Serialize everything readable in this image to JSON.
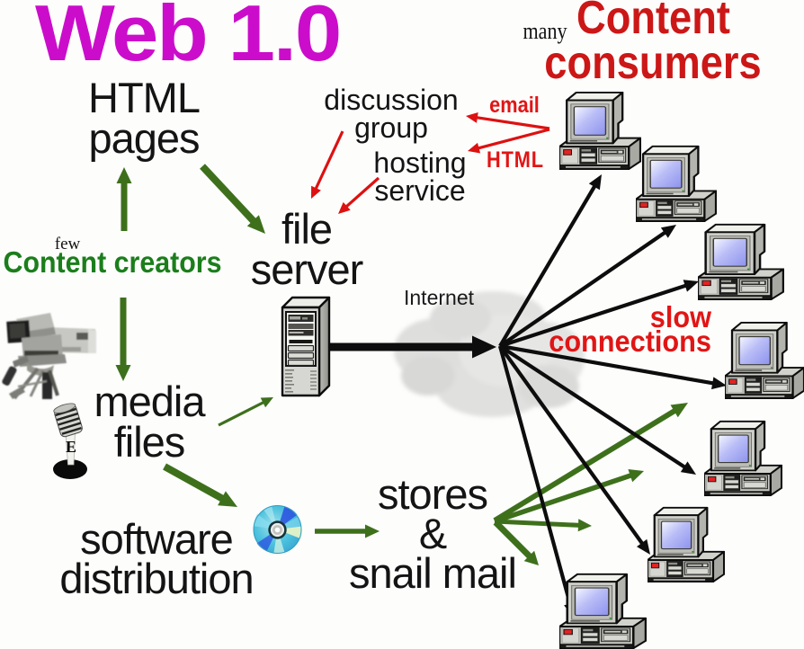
{
  "title": "Web 1.0",
  "nodes": {
    "html_pages": {
      "line1": "HTML",
      "line2": "pages"
    },
    "discussion_group": {
      "line1": "discussion",
      "line2": "group"
    },
    "hosting_service": {
      "line1": "hosting",
      "line2": "service"
    },
    "file_server": {
      "line1": "file",
      "line2": "server"
    },
    "internet": "Internet",
    "media_files": {
      "line1": "media",
      "line2": "files"
    },
    "software_distribution": {
      "line1": "software",
      "line2": "distribution"
    },
    "stores_snail_mail": {
      "line1": "stores",
      "line2": "&",
      "line3": "snail mail"
    }
  },
  "annotations": {
    "many": "many",
    "content_consumers": {
      "line1": "Content",
      "line2": "consumers"
    },
    "few": "few",
    "content_creators": "Content creators",
    "email": "email",
    "html": "HTML",
    "slow_connections": {
      "line1": "slow",
      "line2": "connections"
    }
  },
  "icons": {
    "tv_camera": "tv-camera-icon",
    "microphone": "microphone-icon",
    "mic_label": "E",
    "server_tower": "server-tower-icon",
    "cd_disc": "cd-disc-icon",
    "internet_cloud": "internet-cloud-icon",
    "desktop_computer": "desktop-computer-icon"
  },
  "computer_count": 7,
  "colors": {
    "title_magenta": "#cb0dcb",
    "consumers_red": "#cc1717",
    "annotation_red": "#e11515",
    "creators_green": "#1b7e1b",
    "arrow_green": "#3e701c",
    "arrow_red": "#dd1111",
    "arrow_black": "#0d0d0d",
    "text_black": "#141414",
    "background": "#fdfdfc"
  }
}
